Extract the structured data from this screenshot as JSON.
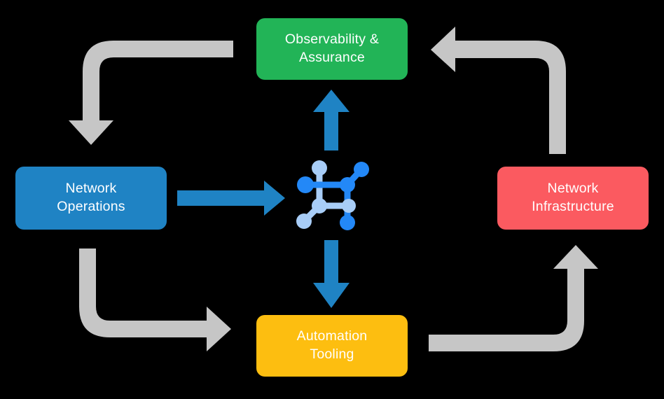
{
  "diagram": {
    "type": "cycle-flow-diagram",
    "background_color": "#000000",
    "nodes": [
      {
        "id": "observability",
        "label": "Observability &\nAssurance",
        "color": "#22b457",
        "position": "top"
      },
      {
        "id": "operations",
        "label": "Network\nOperations",
        "color": "#1f83c4",
        "position": "left"
      },
      {
        "id": "infrastructure",
        "label": "Network\nInfrastructure",
        "color": "#fb5a60",
        "position": "right"
      },
      {
        "id": "automation",
        "label": "Automation\nTooling",
        "color": "#fdbe10",
        "position": "bottom"
      }
    ],
    "center": {
      "icon": "network-topology-icon",
      "colors": {
        "dark_blue": "#2388f7",
        "light_blue": "#a8cdf7"
      }
    },
    "connectors": [
      {
        "id": "operations-to-center",
        "style": "blue-straight-arrow",
        "color": "#1f83c4",
        "direction": "right",
        "from": "operations",
        "to": "center"
      },
      {
        "id": "center-to-observability",
        "style": "blue-straight-arrow",
        "color": "#1f83c4",
        "direction": "up",
        "from": "center",
        "to": "observability"
      },
      {
        "id": "center-to-automation",
        "style": "blue-straight-arrow",
        "color": "#1f83c4",
        "direction": "down",
        "from": "center",
        "to": "automation"
      },
      {
        "id": "observability-to-operations",
        "style": "gray-elbow-arrow",
        "color": "#c6c6c6",
        "direction": "left-then-down",
        "from": "observability",
        "to": "operations"
      },
      {
        "id": "operations-to-automation",
        "style": "gray-elbow-arrow",
        "color": "#c6c6c6",
        "direction": "down-then-right",
        "from": "operations",
        "to": "automation"
      },
      {
        "id": "infrastructure-to-observability",
        "style": "gray-elbow-arrow",
        "color": "#c6c6c6",
        "direction": "up-then-left",
        "from": "infrastructure",
        "to": "observability"
      },
      {
        "id": "automation-to-infrastructure",
        "style": "gray-elbow-arrow",
        "color": "#c6c6c6",
        "direction": "right-then-up",
        "from": "automation",
        "to": "infrastructure"
      }
    ]
  }
}
